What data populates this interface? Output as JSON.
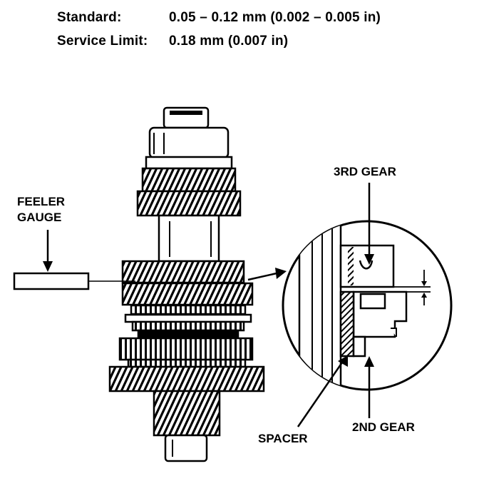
{
  "specs": {
    "standard_label": "Standard:",
    "standard_value": "0.05 – 0.12 mm (0.002 – 0.005 in)",
    "limit_label": "Service Limit:",
    "limit_value": "0.18 mm (0.007 in)"
  },
  "callouts": {
    "feeler_line1": "FEELER",
    "feeler_line2": "GAUGE",
    "third_gear": "3RD GEAR",
    "second_gear": "2ND GEAR",
    "spacer": "SPACER"
  },
  "colors": {
    "ink": "#000000",
    "paper": "#ffffff"
  }
}
